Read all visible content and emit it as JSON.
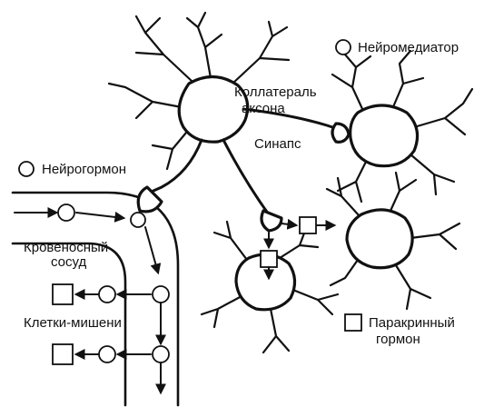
{
  "labels": {
    "neurotransmitter": "Нейромедиатор",
    "axon_collateral_line1": "Коллатераль",
    "axon_collateral_line2": "аксона",
    "synapse": "Синапс",
    "neurohormone": "Нейрогормон",
    "blood_vessel_line1": "Кровеносный",
    "blood_vessel_line2": "сосуд",
    "target_cells": "Клетки-мишени",
    "paracrine_line1": "Паракринный",
    "paracrine_line2": "гормон"
  },
  "legend": {
    "circle_symbol": "neurotransmitter / neurohormone",
    "square_symbol": "paracrine hormone"
  },
  "colors": {
    "ink": "#111111",
    "background": "#ffffff"
  }
}
